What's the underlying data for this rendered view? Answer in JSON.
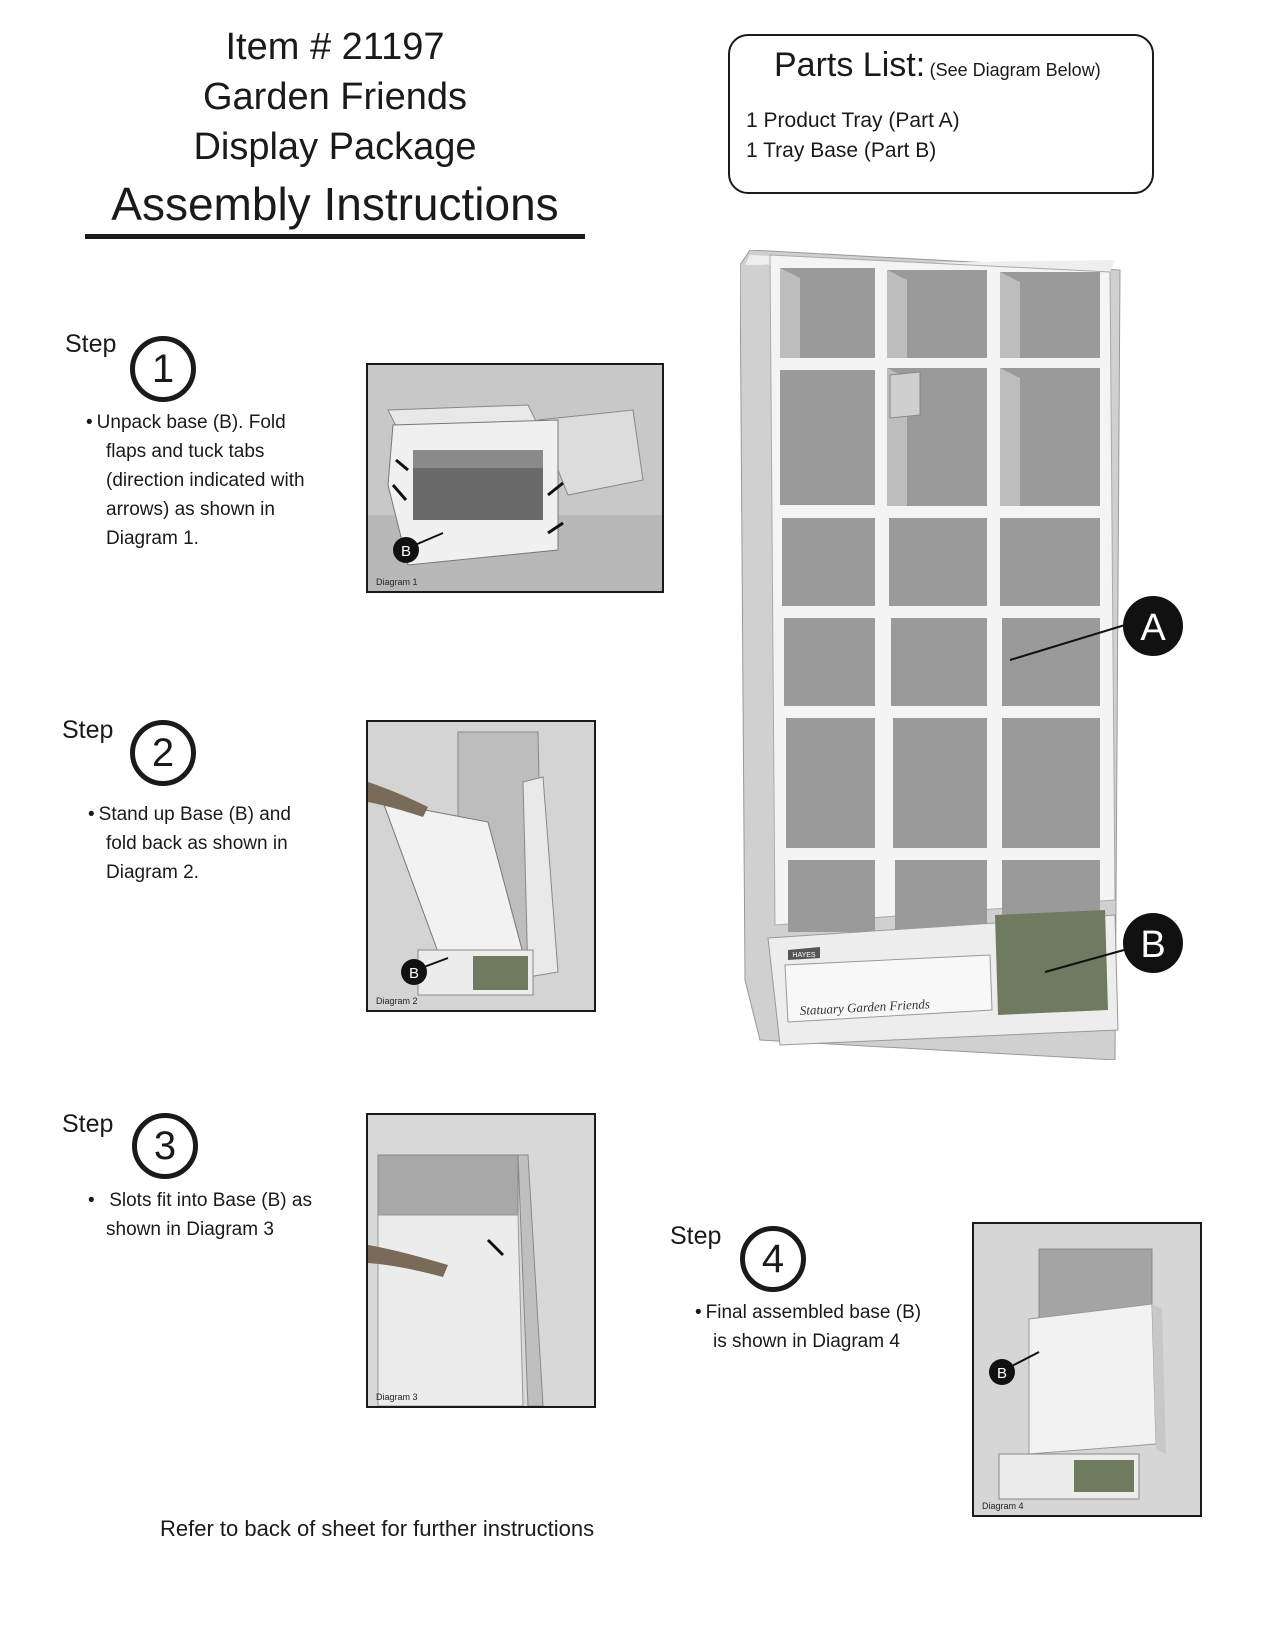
{
  "header": {
    "item_number": "Item # 21197",
    "product_name": "Garden Friends",
    "package": "Display Package",
    "title": "Assembly Instructions"
  },
  "parts": {
    "title": "Parts List:",
    "note": "(See Diagram Below)",
    "items": [
      "1 Product Tray (Part A)",
      "1 Tray Base (Part B)"
    ]
  },
  "step_label": "Step",
  "steps": [
    {
      "number": "1",
      "lines": [
        "Unpack base (B). Fold",
        "flaps and tuck tabs",
        "(direction indicated with",
        "arrows) as shown in",
        "Diagram 1."
      ],
      "diagram_caption": "Diagram 1",
      "callout": "B"
    },
    {
      "number": "2",
      "lines": [
        "Stand up Base (B) and",
        "fold back as shown in",
        "Diagram 2."
      ],
      "diagram_caption": "Diagram 2",
      "callout": "B"
    },
    {
      "number": "3",
      "lines": [
        "Slots fit into Base (B) as",
        "shown in Diagram 3"
      ],
      "diagram_caption": "Diagram 3"
    },
    {
      "number": "4",
      "lines": [
        "Final assembled base (B)",
        "is shown in Diagram 4"
      ],
      "diagram_caption": "Diagram 4",
      "callout": "B"
    }
  ],
  "display": {
    "callout_a": "A",
    "callout_b": "B",
    "brand": "HAYES",
    "banner_text": "Statuary Garden Friends"
  },
  "footer": "Refer to back of sheet for further instructions"
}
